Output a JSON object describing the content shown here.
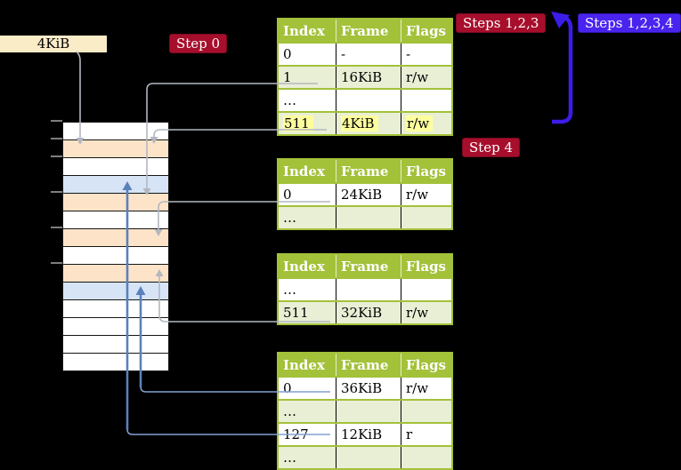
{
  "labels": {
    "frame_size": "4KiB",
    "step0": "Step 0",
    "steps123": "Steps 1,2,3",
    "steps1234": "Steps 1,2,3,4",
    "step4": "Step 4"
  },
  "memory": {
    "description": "physical memory frames column, 14 frames of 4KiB",
    "frame_pattern": [
      "white",
      "orange",
      "white",
      "blue",
      "orange",
      "white",
      "orange",
      "white",
      "orange",
      "blue",
      "white",
      "white",
      "white",
      "white"
    ]
  },
  "tables": [
    {
      "name": "page-table-step0",
      "columns": [
        "Index",
        "Frame",
        "Flags"
      ],
      "rows": [
        {
          "cells": [
            "0",
            "-",
            "-"
          ],
          "shade": false,
          "highlight": false
        },
        {
          "cells": [
            "1",
            "16KiB",
            "r/w"
          ],
          "shade": true,
          "highlight": false
        },
        {
          "cells": [
            "…",
            "",
            ""
          ],
          "shade": false,
          "highlight": false
        },
        {
          "cells": [
            "511",
            "4KiB",
            "r/w"
          ],
          "shade": true,
          "highlight": true
        }
      ]
    },
    {
      "name": "page-table-a",
      "columns": [
        "Index",
        "Frame",
        "Flags"
      ],
      "rows": [
        {
          "cells": [
            "0",
            "24KiB",
            "r/w"
          ],
          "shade": false,
          "highlight": false
        },
        {
          "cells": [
            "…",
            "",
            ""
          ],
          "shade": true,
          "highlight": false
        }
      ]
    },
    {
      "name": "page-table-b",
      "columns": [
        "Index",
        "Frame",
        "Flags"
      ],
      "rows": [
        {
          "cells": [
            "…",
            "",
            ""
          ],
          "shade": false,
          "highlight": false
        },
        {
          "cells": [
            "511",
            "32KiB",
            "r/w"
          ],
          "shade": true,
          "highlight": false
        }
      ]
    },
    {
      "name": "page-table-c",
      "columns": [
        "Index",
        "Frame",
        "Flags"
      ],
      "rows": [
        {
          "cells": [
            "0",
            "36KiB",
            "r/w"
          ],
          "shade": false,
          "highlight": false
        },
        {
          "cells": [
            "…",
            "",
            ""
          ],
          "shade": true,
          "highlight": false
        },
        {
          "cells": [
            "127",
            "12KiB",
            "r"
          ],
          "shade": false,
          "highlight": false
        },
        {
          "cells": [
            "…",
            "",
            ""
          ],
          "shade": true,
          "highlight": false
        }
      ]
    }
  ],
  "colors": {
    "badge_red": "#a60e2c",
    "badge_blue": "#4a24ee",
    "table_green": "#a3c139",
    "table_row_green": "#e9efd5",
    "highlight_yellow": "#fdff9e",
    "frame_label_bg": "#fbecc8",
    "mem_orange": "#fde3c8",
    "mem_blue": "#d6e4f6",
    "arrow_gray": "#b3b7c0",
    "arrow_blue": "#5b80bd",
    "arrow_blue_light": "#84a1d2",
    "big_arrow_blue": "#3b1de8"
  }
}
